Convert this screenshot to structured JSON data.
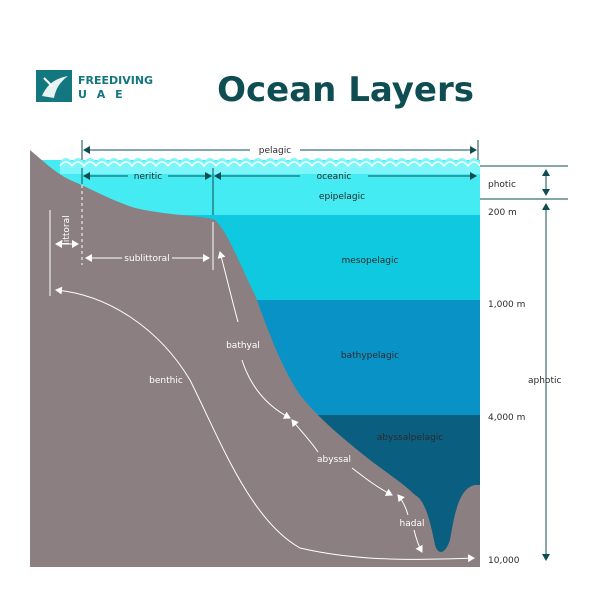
{
  "logo": {
    "line1": "FREEDIVING",
    "line2": "U A E"
  },
  "title": "Ocean Layers",
  "labels": {
    "pelagic": "pelagic",
    "neritic": "neritic",
    "oceanic": "oceanic",
    "epipelagic": "epipelagic",
    "mesopelagic": "mesopelagic",
    "bathypelagic": "bathypelagic",
    "abyssalpelagic": "abyssalpelagic",
    "littoral": "littoral",
    "sublittoral": "sublittoral",
    "bathyal": "bathyal",
    "benthic": "benthic",
    "abyssal": "abyssal",
    "hadal": "hadal",
    "photic": "photic",
    "aphotic": "aphotic"
  },
  "depths": {
    "d200": "200 m",
    "d1000": "1,000 m",
    "d4000": "4,000 m",
    "d10000": "10,000"
  },
  "colors": {
    "title": "#0e4d52",
    "logo": "#12777e",
    "land": "#8b7f82",
    "epipelagic": "#45ebf2",
    "mesopelagic": "#0ec9df",
    "bathypelagic": "#0992c6",
    "abyssalpelagic": "#0a5e80",
    "surface_wave": "#7df6fb",
    "arrow": "#0e4d52"
  }
}
